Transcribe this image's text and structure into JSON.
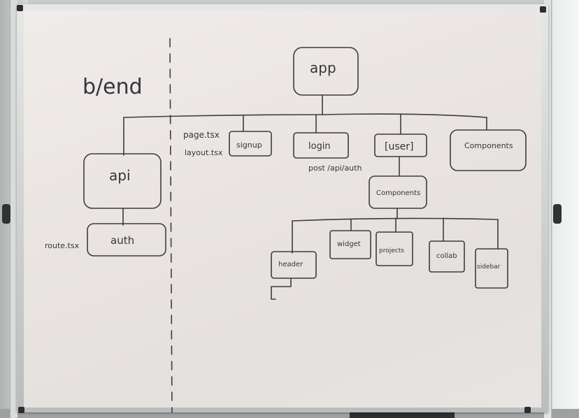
{
  "board": {
    "side_label": "b/end",
    "root": "app",
    "left_notes": [
      "page.tsx",
      "layout.tsx"
    ],
    "api": "api",
    "auth": "auth",
    "routes_note": "route.tsx",
    "signup": "signup",
    "login": "login",
    "login_note": "post /api/auth",
    "user": "[user]",
    "components": "Components",
    "user_components": "Components",
    "children": [
      "header",
      "widget",
      "projects",
      "collab",
      "sidebar"
    ]
  },
  "colors": {
    "ink": "#33363a",
    "board": "#ebe7e5",
    "frame": "#c8cbc9"
  }
}
